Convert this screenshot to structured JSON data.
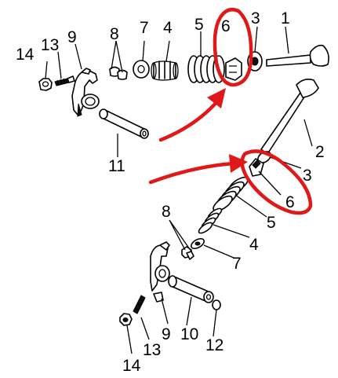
{
  "labels": {
    "top": {
      "n1": "1",
      "n3": "3",
      "n4": "4",
      "n5": "5",
      "n6": "6",
      "n7": "7",
      "n8": "8",
      "n9": "9",
      "n11": "11",
      "n13": "13",
      "n14": "14",
      "n2": "2"
    },
    "bottom": {
      "n3": "3",
      "n6": "6",
      "n5": "5",
      "n4": "4",
      "n7": "7",
      "n8": "8",
      "n9": "9",
      "n10": "10",
      "n12": "12",
      "n13": "13",
      "n14": "14"
    }
  },
  "colors": {
    "ink": "#000000",
    "highlight": "#e01818",
    "background": "#ffffff"
  }
}
